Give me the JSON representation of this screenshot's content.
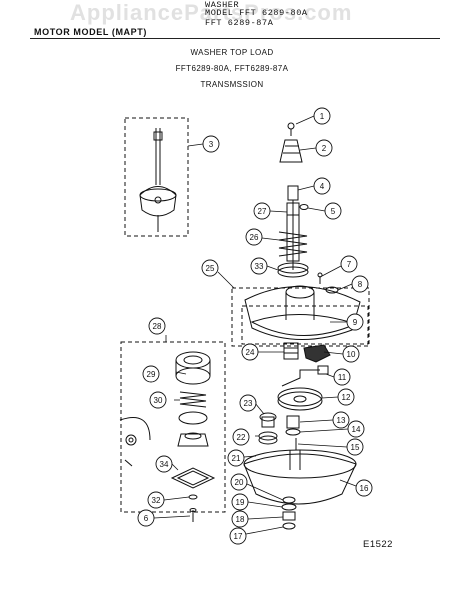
{
  "header": {
    "product": "WASHER",
    "model_line": "MODEL FFT 6289-80A",
    "model_line2": "FFT 6289-87A",
    "left_label": "MOTOR MODEL (MAPT)",
    "watermark": "AppliancePartsPros.com"
  },
  "titles": {
    "line1": "WASHER TOP LOAD",
    "line2": "FFT6289-80A,  FFT6289-87A",
    "line3": "TRANSMSSION"
  },
  "footer": {
    "code": "E1522"
  },
  "callouts": [
    "1",
    "2",
    "3",
    "4",
    "5",
    "6",
    "7",
    "8",
    "9",
    "10",
    "11",
    "12",
    "13",
    "14",
    "15",
    "16",
    "17",
    "18",
    "19",
    "20",
    "21",
    "22",
    "23",
    "24",
    "25",
    "26",
    "27",
    "28",
    "29",
    "30",
    "32",
    "33",
    "34"
  ]
}
